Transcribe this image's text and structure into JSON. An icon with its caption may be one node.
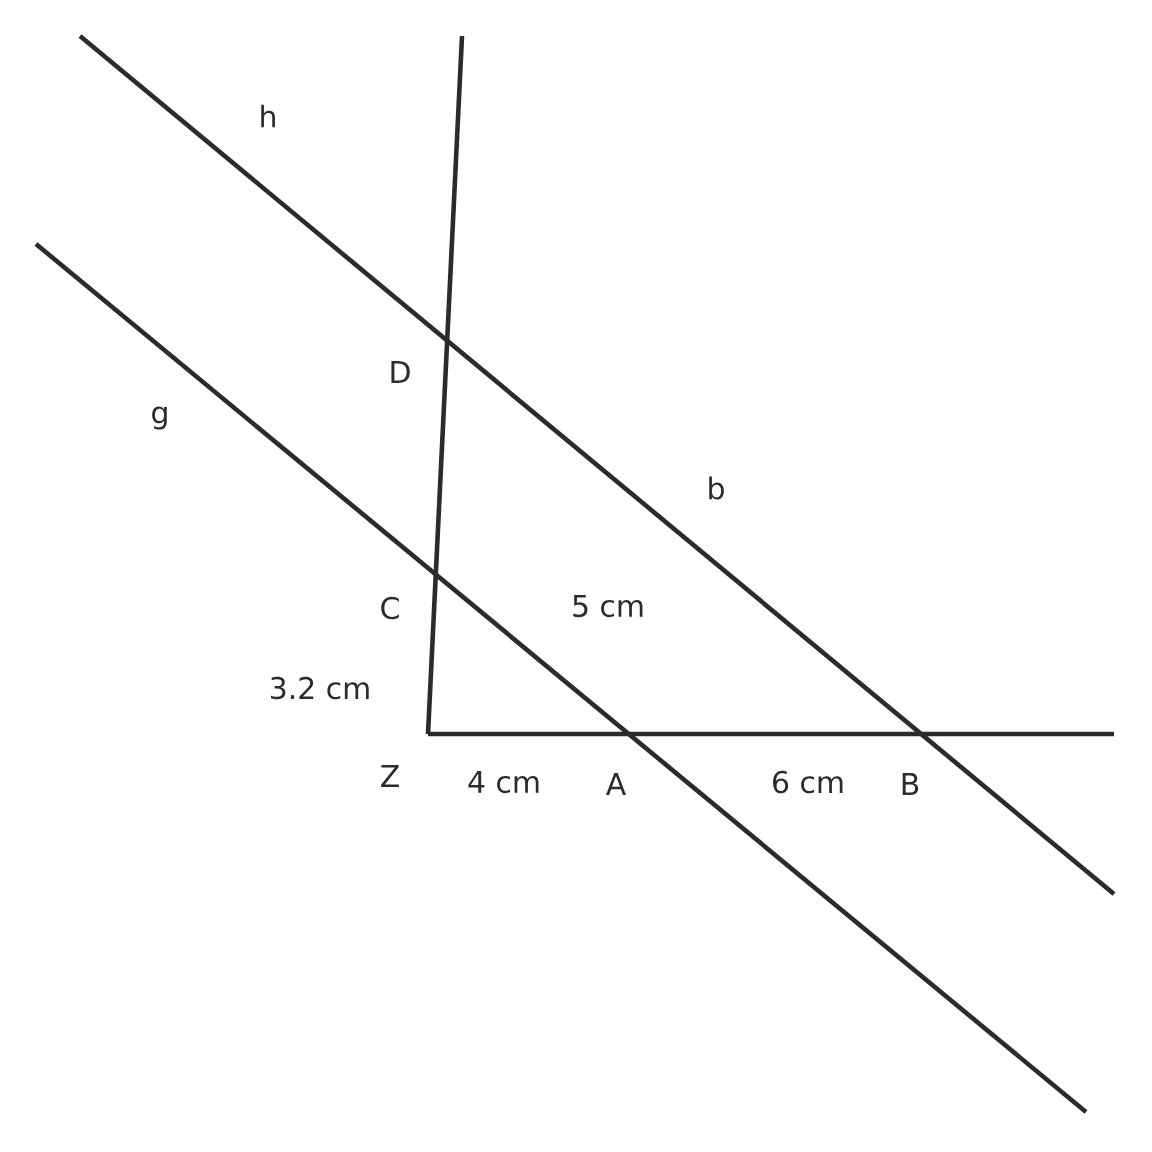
{
  "diagram": {
    "labels": [
      "h",
      "D",
      "g",
      "b",
      "C",
      "5 cm",
      "3.2 cm",
      "Z",
      "4 cm",
      "A",
      "6 cm",
      "B"
    ]
  }
}
